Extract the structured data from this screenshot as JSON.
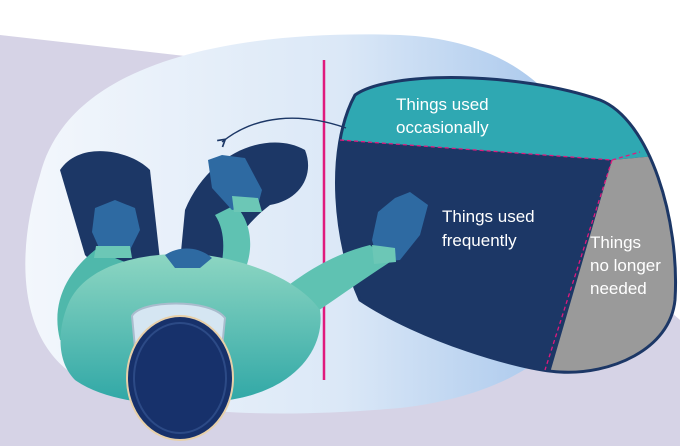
{
  "diagram": {
    "zones": {
      "occasional": {
        "line1": "Things used",
        "line2": "occasionally"
      },
      "frequent": {
        "line1": "Things used",
        "line2": "frequently"
      },
      "not_needed": {
        "line1": "Things",
        "line2": "no longer",
        "line3": "needed"
      }
    },
    "colors": {
      "background_band": "#d6d3e6",
      "reach_area_light": "#e9f1fb",
      "reach_area_dark": "#a9c8ec",
      "occasional_zone": "#2fa8b2",
      "frequent_zone": "#1c3766",
      "not_needed_zone": "#9a9a9a",
      "zone_outline": "#1c3766",
      "divider_lines": "#e0197d",
      "worker_scrubs": "#5fc2b2",
      "worker_pants": "#1c3766",
      "worker_gloves": "#2e6aa2",
      "worker_cap": "#17316b"
    }
  }
}
